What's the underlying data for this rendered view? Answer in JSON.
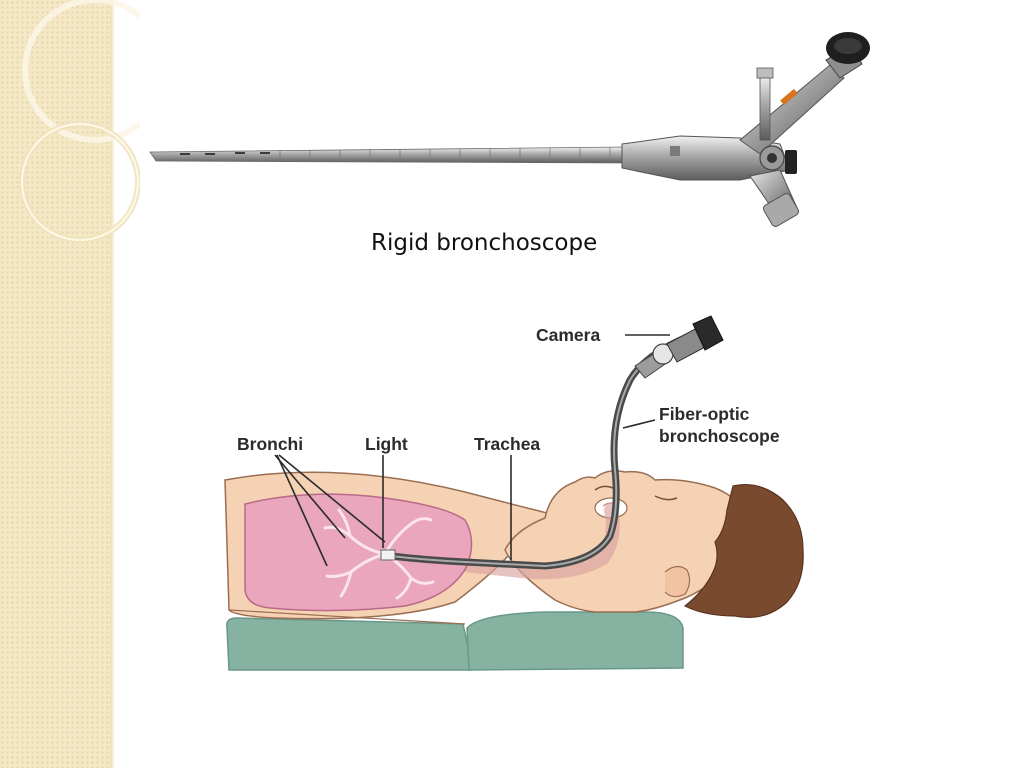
{
  "slide": {
    "caption": "Rigid bronchoscope",
    "labels": {
      "camera": "Camera",
      "fiber_optic_1": "Fiber-optic",
      "fiber_optic_2": "bronchoscope",
      "bronchi": "Bronchi",
      "light": "Light",
      "trachea": "Trachea"
    }
  },
  "colors": {
    "sidebar": "#f4e8c6",
    "skin": "#f6d2b4",
    "lung": "#e9a6bd",
    "hair": "#7a4a2e",
    "pad": "#86b3a1",
    "scope": "#5b5b5b"
  }
}
